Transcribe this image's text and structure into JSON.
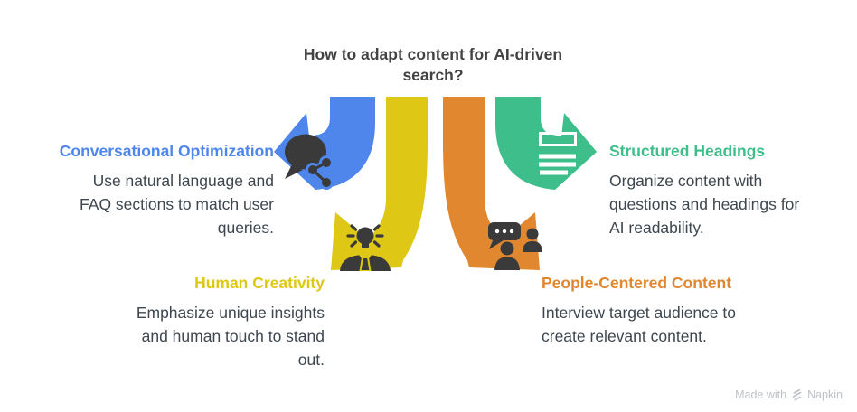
{
  "title": "How to adapt content for AI-driven\nsearch?",
  "sections": [
    {
      "id": "conversational-optimization",
      "heading": "Conversational Optimization",
      "body": "Use natural language and\nFAQ sections to match user\nqueries.",
      "color_key": "blue",
      "icon": "chat-share-icon",
      "arrow_direction": "left"
    },
    {
      "id": "structured-headings",
      "heading": "Structured Headings",
      "body": "Organize content with\nquestions and headings for\nAI readability.",
      "color_key": "green",
      "icon": "document-headings-icon",
      "arrow_direction": "right"
    },
    {
      "id": "human-creativity",
      "heading": "Human Creativity",
      "body": "Emphasize unique insights\nand human touch to stand\nout.",
      "color_key": "yellow",
      "icon": "person-lightbulb-icon",
      "arrow_direction": "down-left"
    },
    {
      "id": "people-centered-content",
      "heading": "People-Centered Content",
      "body": "Interview target audience to\ncreate relevant content.",
      "color_key": "orange",
      "icon": "people-conversation-icon",
      "arrow_direction": "down-right"
    }
  ],
  "watermark": {
    "prefix": "Made with",
    "brand": "Napkin"
  },
  "colors": {
    "blue": "#4E86EC",
    "yellow": "#DFC715",
    "orange": "#E0872F",
    "green": "#3DBE8A",
    "title_text": "#424242",
    "body_text": "#3E474F",
    "icon_dark": "#3A3A3A",
    "watermark_text": "#BDC1C6"
  }
}
